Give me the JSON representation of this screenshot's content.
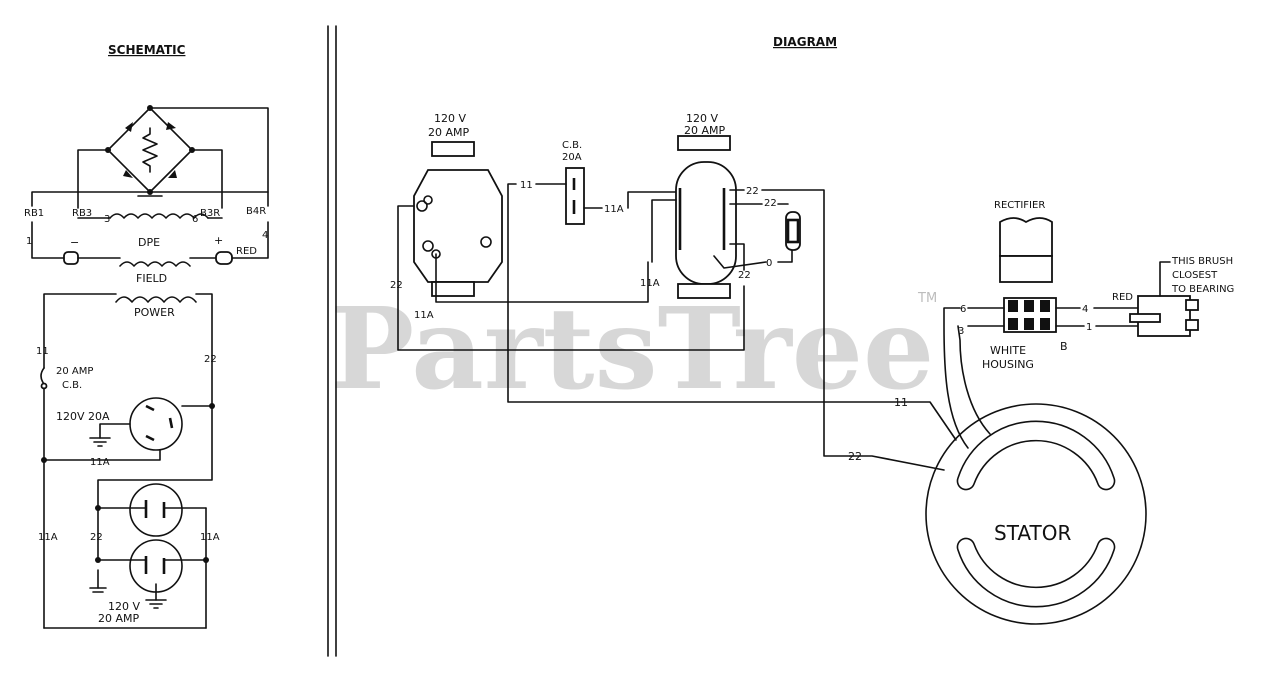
{
  "schematic": {
    "title": "SCHEMATIC",
    "labels": {
      "rb1": "RB1",
      "rb3": "RB3",
      "b3r": "B3R",
      "b4r": "B4R",
      "n3": "3",
      "n6": "6",
      "n1": "1",
      "n4": "4",
      "dpe": "DPE",
      "minus": "−",
      "plus": "+",
      "red": "RED",
      "field": "FIELD",
      "power": "POWER",
      "w11": "11",
      "w22": "22",
      "cb1": "20 AMP",
      "cb2": "C.B.",
      "loc": "120V 20A",
      "w11a_h": "11A",
      "w11a_l": "11A",
      "w22_l": "22",
      "w11a_r": "11A",
      "rec1": "120 V",
      "rec2": "20 AMP"
    }
  },
  "diagram": {
    "title": "DIAGRAM",
    "labels": {
      "loc1": "120 V",
      "loc2": "20 AMP",
      "w22_a": "22",
      "w11a_a": "11A",
      "w11_cb": "11",
      "cb1": "C.B.",
      "cb2": "20A",
      "w11a_cb": "11A",
      "dup1": "120 V",
      "dup2": "20 AMP",
      "w22_d1": "22",
      "w22_d2": "22",
      "w11a_d": "11A",
      "w22_d3": "22",
      "w0": "0",
      "rect": "RECTIFIER",
      "brush1": "THIS BRUSH",
      "brush2": "CLOSEST",
      "brush3": "TO BEARING",
      "red": "RED",
      "w4": "4",
      "w1": "1",
      "t6": "6",
      "t3": "3",
      "wh1": "WHITE",
      "wh2": "HOUSING",
      "b": "B",
      "w11_st": "11",
      "w22_st": "22",
      "stator": "STATOR"
    }
  },
  "watermark": {
    "text": "PartsTree",
    "tm": "TM"
  }
}
